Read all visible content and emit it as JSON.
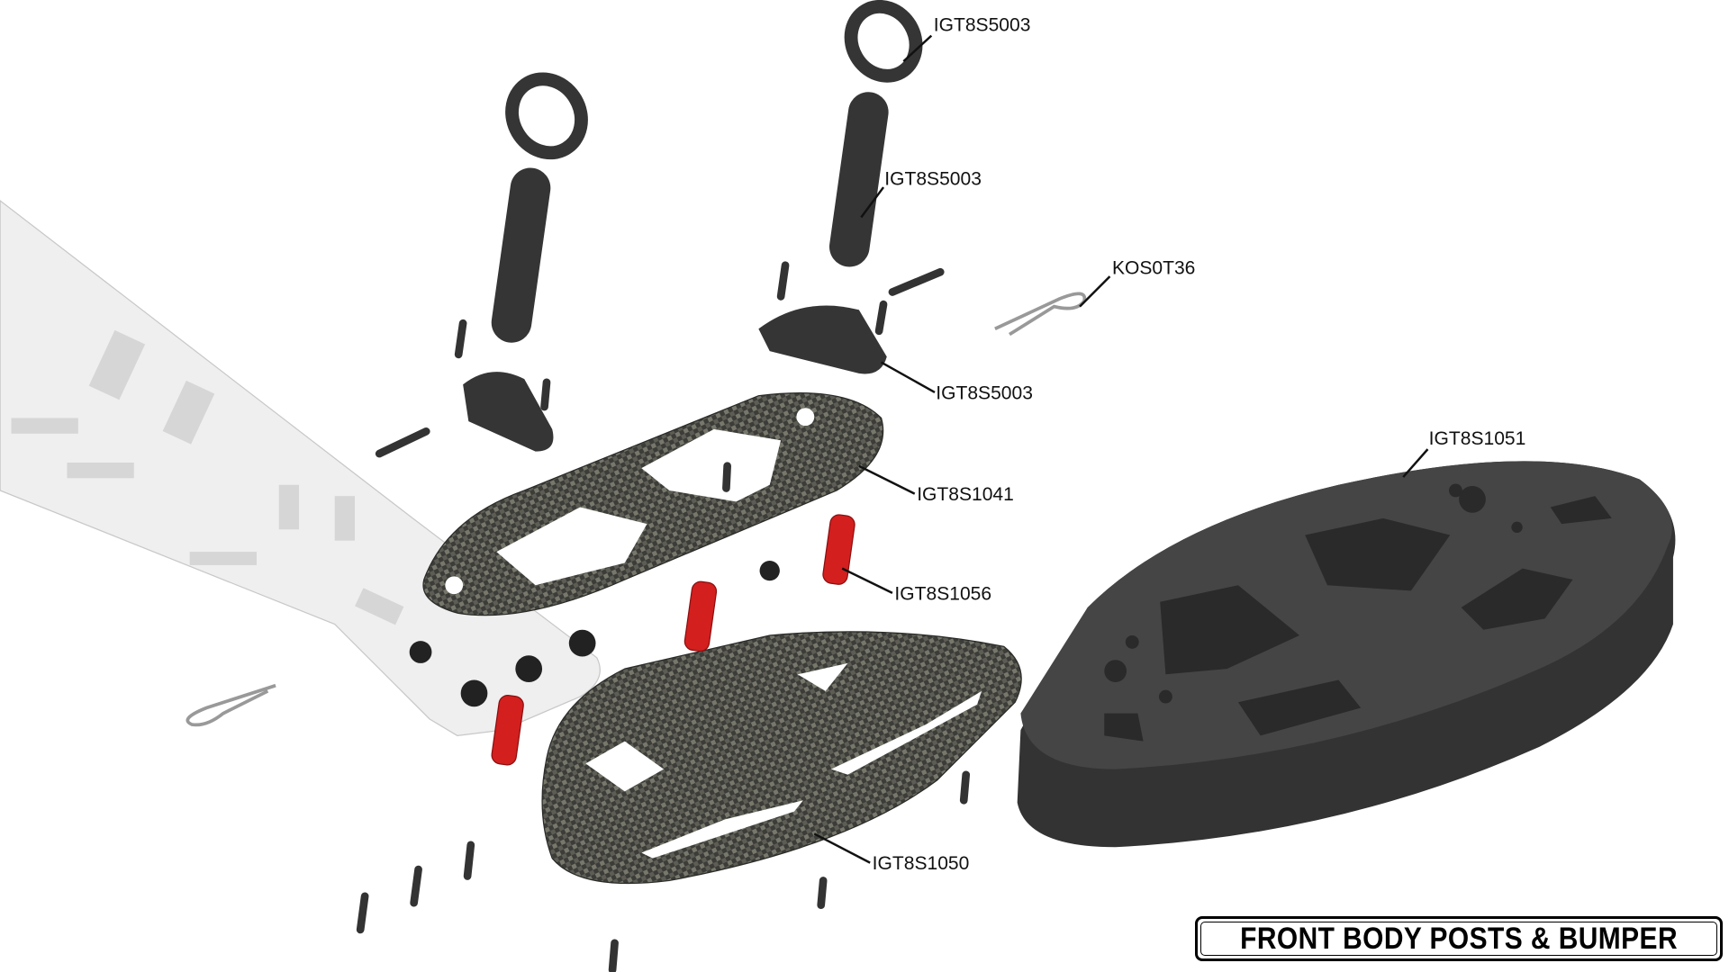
{
  "title": "FRONT BODY POSTS & BUMPER",
  "callouts": [
    {
      "part": "IGT8S5003",
      "item": "body-post-clip-top"
    },
    {
      "part": "IGT8S5003",
      "item": "body-post"
    },
    {
      "part": "KOS0T36",
      "item": "body-clip"
    },
    {
      "part": "IGT8S5003",
      "item": "body-post-mount"
    },
    {
      "part": "IGT8S1041",
      "item": "upper-bumper-plate"
    },
    {
      "part": "IGT8S1056",
      "item": "aluminum-standoff"
    },
    {
      "part": "IGT8S1050",
      "item": "lower-bumper-plate"
    },
    {
      "part": "IGT8S1051",
      "item": "foam-bumper"
    }
  ],
  "colors": {
    "carbon": "#4a4a44",
    "foam": "#3a3a3a",
    "standoff": "#d41f1f",
    "chassis": "#eeeeee"
  }
}
